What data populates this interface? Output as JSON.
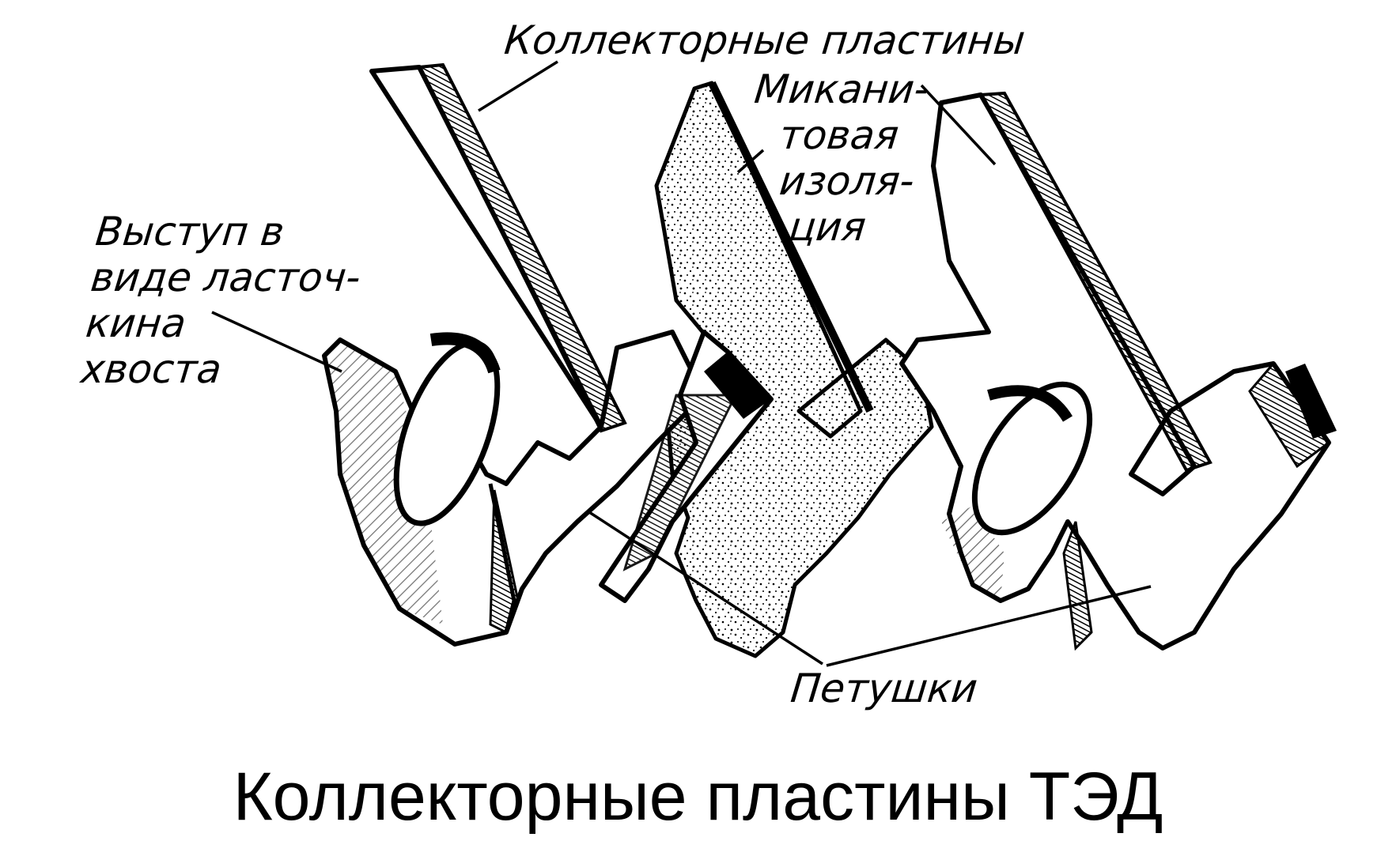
{
  "labels": {
    "collector_plates": "Коллекторные пластины",
    "micanite": [
      "Микани-",
      "товая",
      "изоля-",
      "ция"
    ],
    "dovetail": [
      "Выступ в",
      "виде ласточ-",
      "кина",
      "хвоста"
    ],
    "risers": "Петушки"
  },
  "caption": "Коллекторные пластины ТЭД",
  "colors": {
    "ink": "#000000",
    "paper": "#ffffff"
  }
}
